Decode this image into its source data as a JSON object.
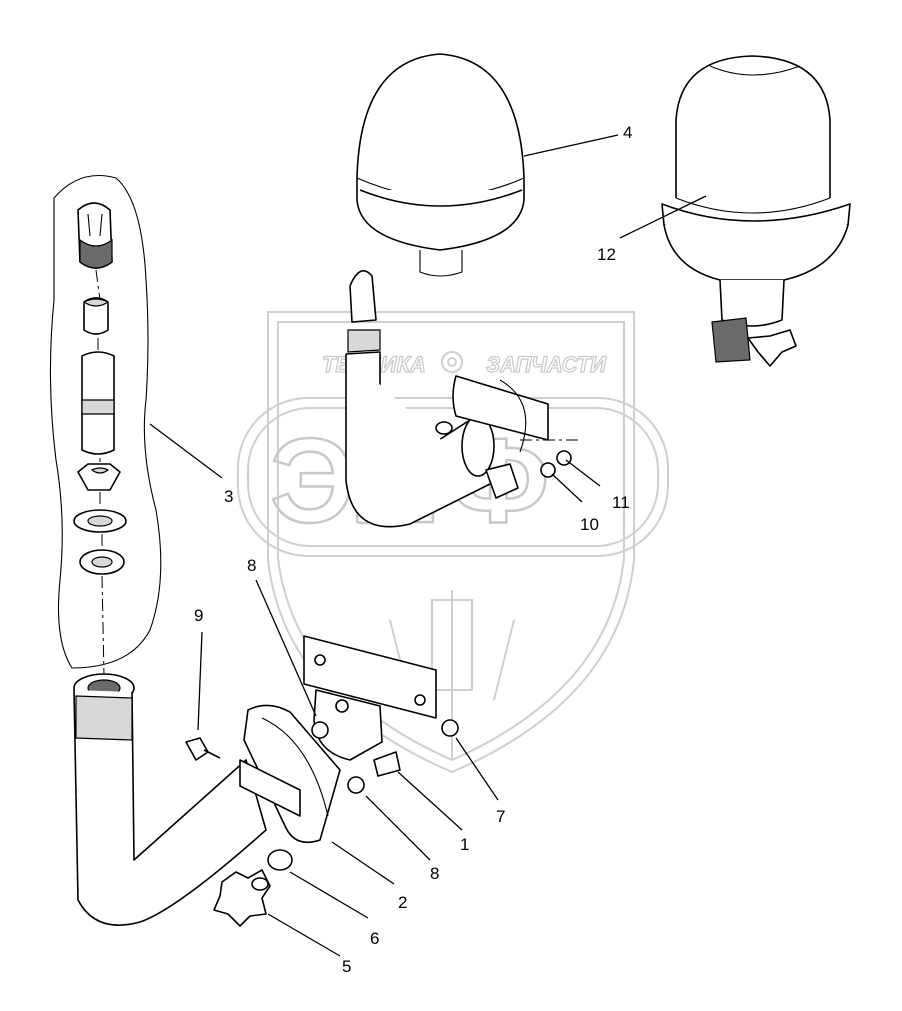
{
  "watermark": {
    "brand_left": "ТЕХНИКА",
    "brand_right": "ЗАПЧАСТИ",
    "logo_letters": "ЭЛФ"
  },
  "callouts": [
    {
      "id": "1",
      "label": "1"
    },
    {
      "id": "2",
      "label": "2"
    },
    {
      "id": "3",
      "label": "3"
    },
    {
      "id": "4",
      "label": "4"
    },
    {
      "id": "5",
      "label": "5"
    },
    {
      "id": "6",
      "label": "6"
    },
    {
      "id": "7",
      "label": "7"
    },
    {
      "id": "8a",
      "label": "8"
    },
    {
      "id": "8b",
      "label": "8"
    },
    {
      "id": "9",
      "label": "9"
    },
    {
      "id": "10",
      "label": "10"
    },
    {
      "id": "11",
      "label": "11"
    },
    {
      "id": "12",
      "label": "12"
    }
  ]
}
